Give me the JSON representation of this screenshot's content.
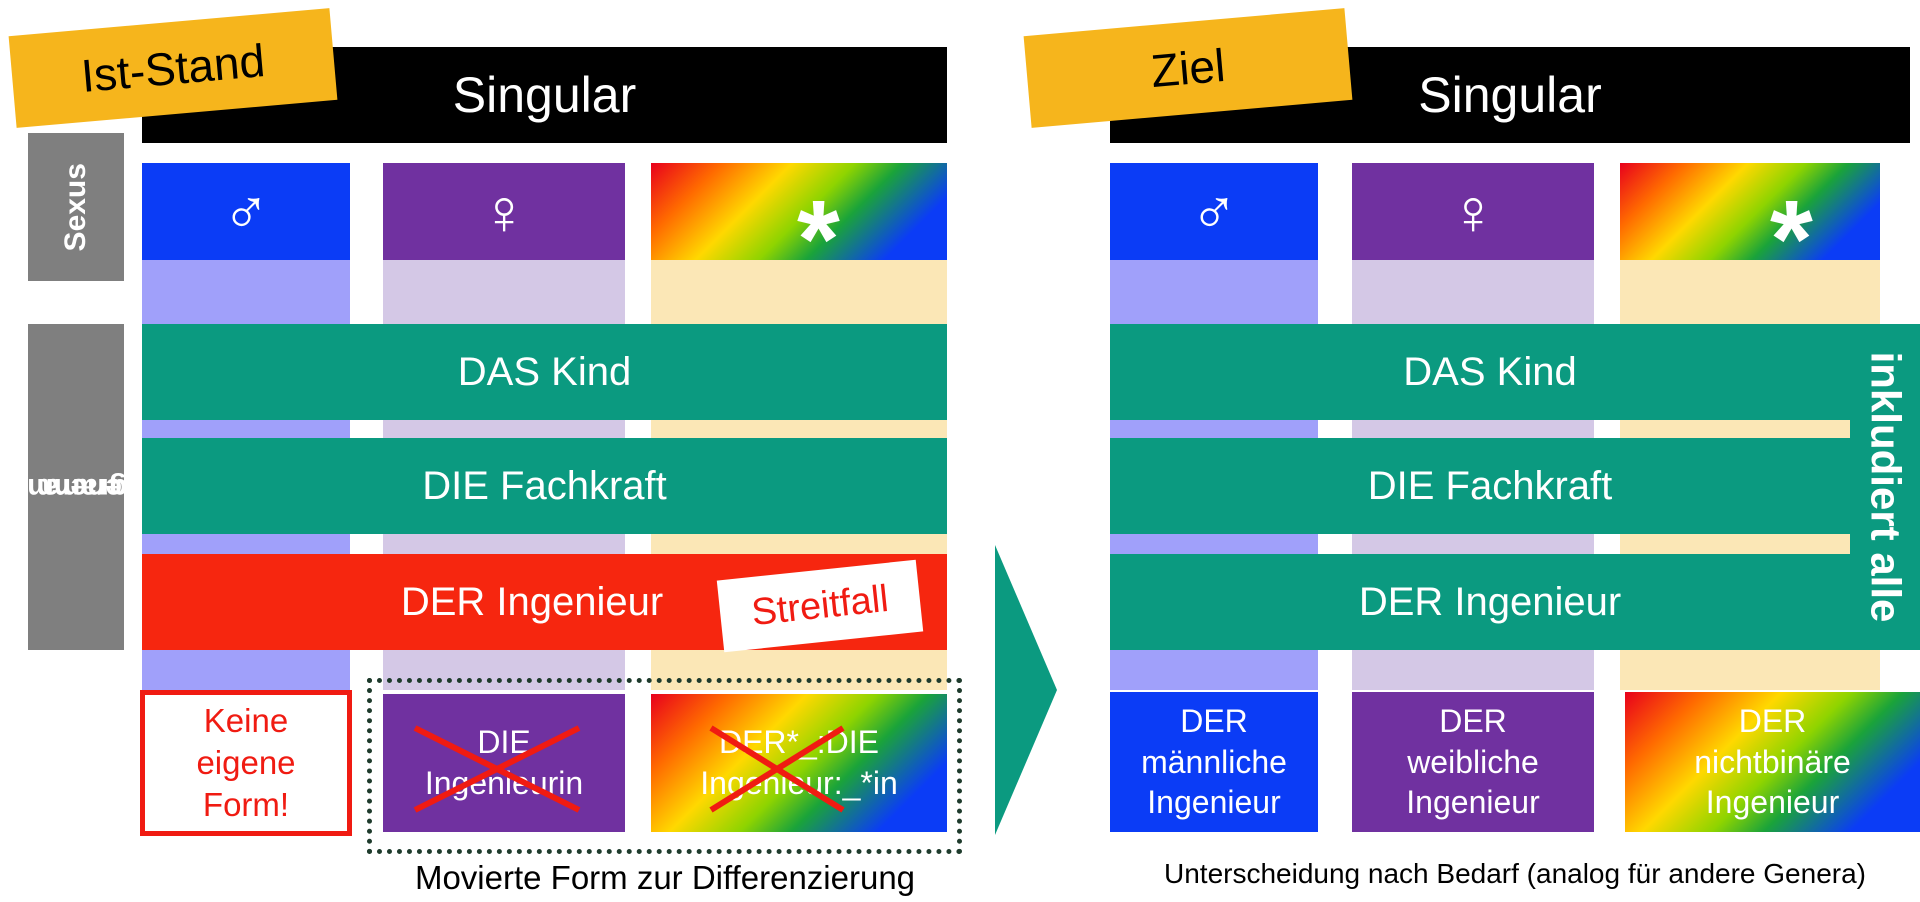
{
  "left": {
    "tag": "Ist-Stand",
    "header": "Singular",
    "sexus_label": "Sexus",
    "genera_label_line1": "Drei grammatische",
    "genera_label_line2": "Genera",
    "symbol_male": "♂",
    "symbol_female": "♀",
    "symbol_diverse": "*",
    "row_das": "DAS Kind",
    "row_die": "DIE Fachkraft",
    "row_der": "DER Ingenieur",
    "streitfall": "Streitfall",
    "keine_line1": "Keine",
    "keine_line2": "eigene",
    "keine_line3": "Form!",
    "female_form_line1": "DIE",
    "female_form_line2": "Ingenieurin",
    "diverse_form_line1": "DER*_:DIE",
    "diverse_form_line2": "Ingenieur:_*in",
    "caption": "Movierte Form zur Differenzierung"
  },
  "right": {
    "tag": "Ziel",
    "header": "Singular",
    "symbol_male": "♂",
    "symbol_female": "♀",
    "symbol_diverse": "*",
    "row_das": "DAS Kind",
    "row_die": "DIE Fachkraft",
    "row_der": "DER Ingenieur",
    "includes_all": "inkludiert alle",
    "male_line1": "DER",
    "male_line2": "männliche",
    "male_line3": "Ingenieur",
    "female_line1": "DER",
    "female_line2": "weibliche",
    "female_line3": "Ingenieur",
    "diverse_line1": "DER",
    "diverse_line2": "nichtbinäre",
    "diverse_line3": "Ingenieur",
    "caption": "Unterscheidung nach Bedarf (analog für andere Genera)"
  },
  "colors": {
    "teal": "#0b9a80",
    "red": "#f6260f",
    "tag_yellow": "#f6b51c",
    "blue": "#0b3cf6",
    "purple": "#7031a0"
  }
}
